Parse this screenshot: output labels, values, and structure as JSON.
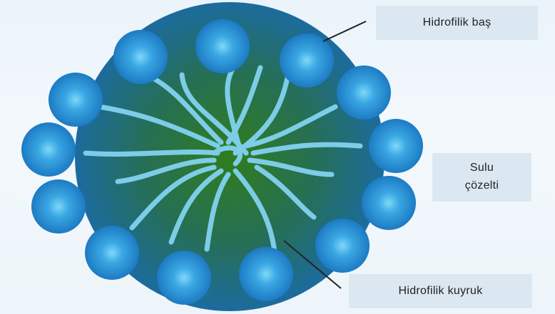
{
  "labels": {
    "head": "Hidrofilik baş",
    "solution_line1": "Sulu",
    "solution_line2": "çözelti",
    "tail": "Hidrofilik kuyruk"
  },
  "colors": {
    "head_sphere": "#1f82cc",
    "head_highlight": "#6fcff5",
    "core_center": "#2f7d1e",
    "core_edge": "#1c6b9e",
    "tail": "#7dcde8",
    "label_box": "#dbe8f1"
  }
}
